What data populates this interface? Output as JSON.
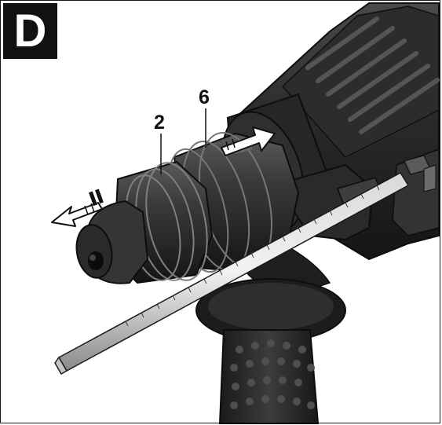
{
  "figure": {
    "badge_letter": "D",
    "callouts": [
      {
        "label": "2",
        "target": "chuck-sleeve"
      },
      {
        "label": "6",
        "target": "locking-sleeve"
      }
    ],
    "colors": {
      "body": "#1f1f1f",
      "body_mid": "#2e2e2e",
      "body_light": "#4a4a4a",
      "highlight": "#9a9a9a",
      "arrow": "#ffffff",
      "badge": "#111111"
    }
  }
}
